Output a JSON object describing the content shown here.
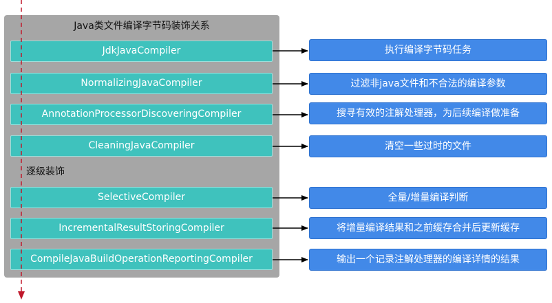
{
  "title": "Java类文件编译字节码装饰关系",
  "decoration_label": "逐级装饰",
  "compilers": [
    {
      "name": "JdkJavaCompiler",
      "description": "执行编译字节码任务"
    },
    {
      "name": "NormalizingJavaCompiler",
      "description": "过滤非java文件和不合法的编译参数"
    },
    {
      "name": "AnnotationProcessorDiscoveringCompiler",
      "description": "搜寻有效的注解处理器，为后续编译做准备"
    },
    {
      "name": "CleaningJavaCompiler",
      "description": "清空一些过时的文件"
    },
    {
      "name": "SelectiveCompiler",
      "description": "全量/增量编译判断"
    },
    {
      "name": "IncrementalResultStoringCompiler",
      "description": "将增量编译结果和之前缓存合并后更新缓存"
    },
    {
      "name": "CompileJavaBuildOperationReportingCompiler",
      "description": "输出一个记录注解处理器的编译详情的结果"
    }
  ],
  "colors": {
    "panel": "#a6a6a6",
    "compiler_box": "#3fc2bd",
    "description_box": "#4289e8",
    "dashed_arrow": "#c0182b",
    "connector": "#000000"
  }
}
